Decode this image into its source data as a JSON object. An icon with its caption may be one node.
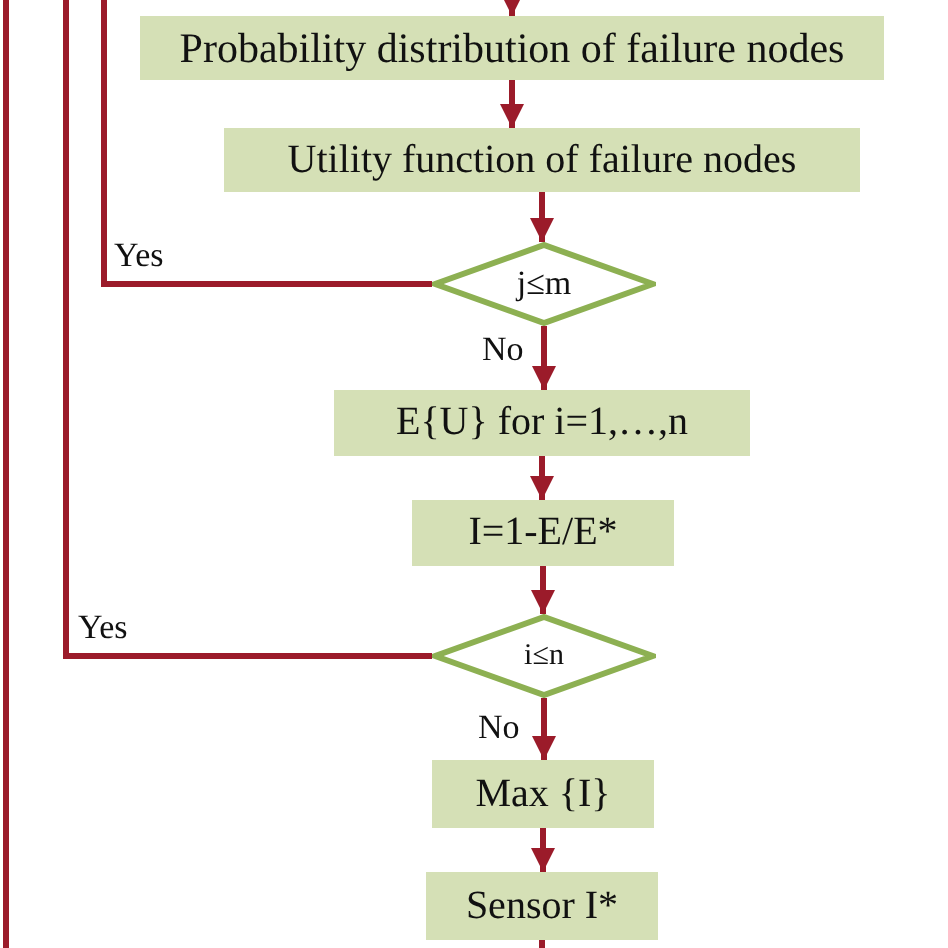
{
  "diagram": {
    "nodes": [
      {
        "text": [
          "Probability distribution of failure nodes"
        ]
      },
      {
        "text": [
          "Utility function of failure nodes"
        ]
      },
      {
        "text": [
          "j≤m"
        ]
      },
      {
        "text": [
          "E{U} for i=1,…,n"
        ]
      },
      {
        "text": [
          "I=1-E/E*"
        ]
      },
      {
        "text": [
          "i≤n"
        ]
      },
      {
        "text": [
          "Max {I}"
        ]
      },
      {
        "text": [
          "Sensor I*"
        ]
      }
    ],
    "edges": [
      {
        "from": null,
        "to": 0,
        "arrow": "to"
      },
      {
        "from": 0,
        "to": 1,
        "arrow": "to"
      },
      {
        "from": 1,
        "to": 2,
        "arrow": "to"
      },
      {
        "from": 2,
        "to": null,
        "arrow": "none",
        "label": "Yes"
      },
      {
        "from": 2,
        "to": 3,
        "arrow": "to",
        "label": "No"
      },
      {
        "from": 3,
        "to": 4,
        "arrow": "to"
      },
      {
        "from": 4,
        "to": 5,
        "arrow": "to"
      },
      {
        "from": 5,
        "to": null,
        "arrow": "none",
        "label": "Yes"
      },
      {
        "from": 5,
        "to": 6,
        "arrow": "to",
        "label": "No"
      },
      {
        "from": 6,
        "to": 7,
        "arrow": "to"
      },
      {
        "from": 7,
        "to": null,
        "arrow": "none"
      }
    ]
  }
}
